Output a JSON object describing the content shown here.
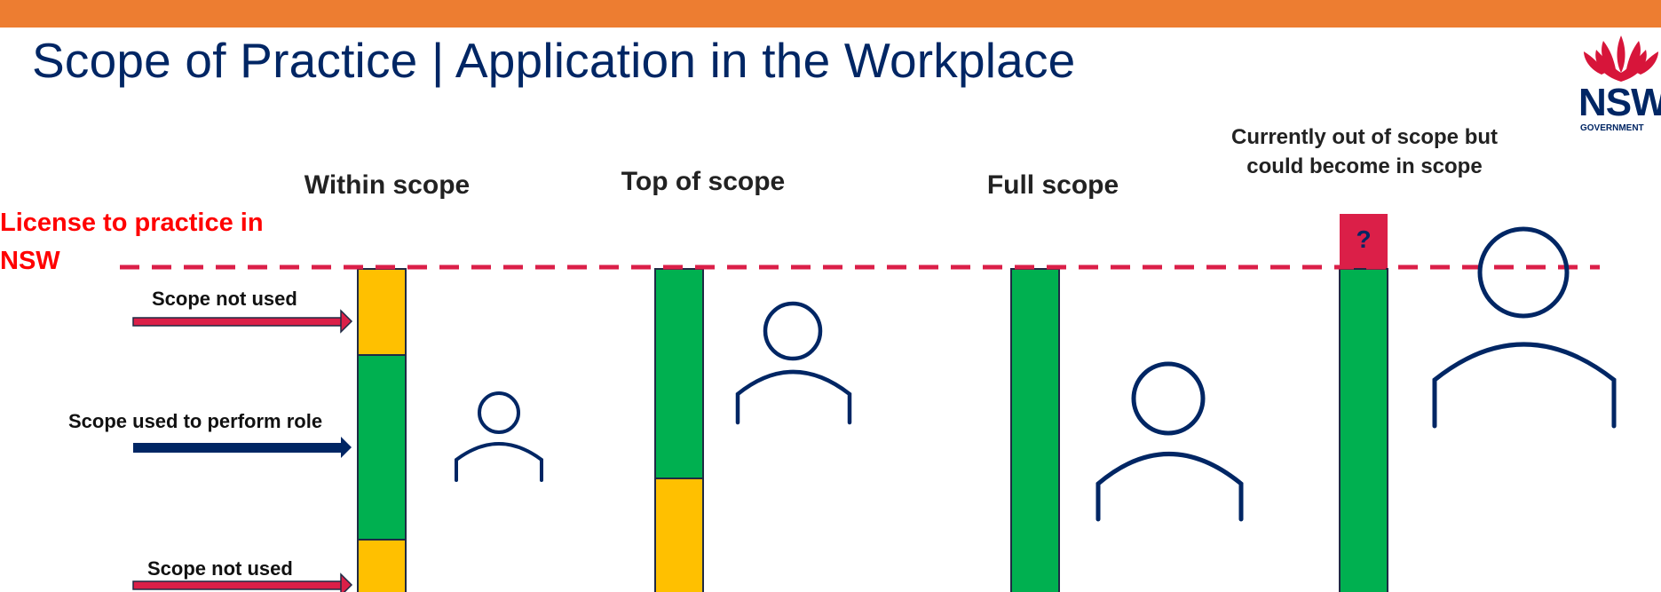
{
  "header": {
    "title": "Scope of Practice | Application in the Workplace",
    "bar_color": "#ED7D31"
  },
  "logo": {
    "text": "NSW",
    "subtext": "GOVERNMENT",
    "icon": "waratah-flower-icon"
  },
  "license": {
    "label": "License to practice in NSW",
    "line_color": "#DB1F48"
  },
  "arrows": {
    "top_label": "Scope not used",
    "middle_label": "Scope used to perform role",
    "bottom_label": "Scope not used"
  },
  "columns": [
    {
      "heading": "Within scope",
      "segments": [
        "not-used",
        "used",
        "not-used"
      ]
    },
    {
      "heading": "Top of scope",
      "segments": [
        "used",
        "not-used"
      ]
    },
    {
      "heading": "Full scope",
      "segments": [
        "used"
      ]
    },
    {
      "heading": "Currently out of scope but could become in scope",
      "heading_line1": "Currently out of scope but",
      "heading_line2": "could become in scope",
      "segments": [
        "used"
      ],
      "marker": "?"
    }
  ],
  "colors": {
    "scope_used": "#00B050",
    "scope_not_used": "#FFC000",
    "out_of_scope": "#DB1F48",
    "person_outline": "#002664",
    "arrow_not_used": "#DB1F48",
    "arrow_used": "#002664"
  }
}
